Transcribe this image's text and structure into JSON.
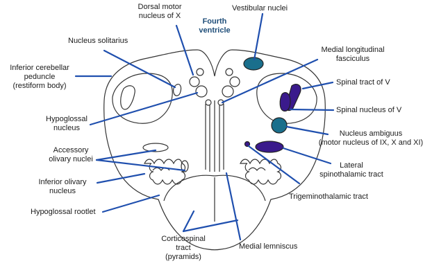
{
  "colors": {
    "leader_line": "#1f4fae",
    "outline": "#333333",
    "vestibular_fill": "#1a6f8c",
    "ambiguus_fill": "#1a6f8c",
    "spinal_v_fill": "#3a1a8c",
    "lateral_spinothalamic_fill": "#3a1a8c",
    "fourth_ventricle_text": "#1f4e79"
  },
  "ventricle": {
    "lines": [
      "Fourth",
      "ventricle"
    ]
  },
  "labels": {
    "dorsal_motor": [
      "Dorsal motor",
      "nucleus of X"
    ],
    "vestibular": [
      "Vestibular nuclei"
    ],
    "solitarius": [
      "Nucleus solitarius"
    ],
    "medial_longitudinal": [
      "Medial longitudinal",
      "fasciculus"
    ],
    "inferior_cerebellar": [
      "Inferior cerebellar",
      "peduncle",
      "(restiform body)"
    ],
    "spinal_tract_v": [
      "Spinal tract of V"
    ],
    "spinal_nucleus_v": [
      "Spinal nucleus of V"
    ],
    "hypoglossal_nucleus": [
      "Hypoglossal",
      "nucleus"
    ],
    "ambiguus": [
      "Nucleus ambiguus",
      "(motor nucleus of IX, X and XI)"
    ],
    "accessory_olivary": [
      "Accessory",
      "olivary nuclei"
    ],
    "lateral_spinothalamic": [
      "Lateral",
      "spinothalamic tract"
    ],
    "inferior_olivary": [
      "Inferior olivary",
      "nucleus"
    ],
    "trigeminothalamic": [
      "Trigeminothalamic tract"
    ],
    "hypoglossal_rootlet": [
      "Hypoglossal rootlet"
    ],
    "corticospinal": [
      "Corticospinal",
      "tract",
      "(pyramids)"
    ],
    "medial_lemniscus": [
      "Medial lemniscus"
    ]
  }
}
